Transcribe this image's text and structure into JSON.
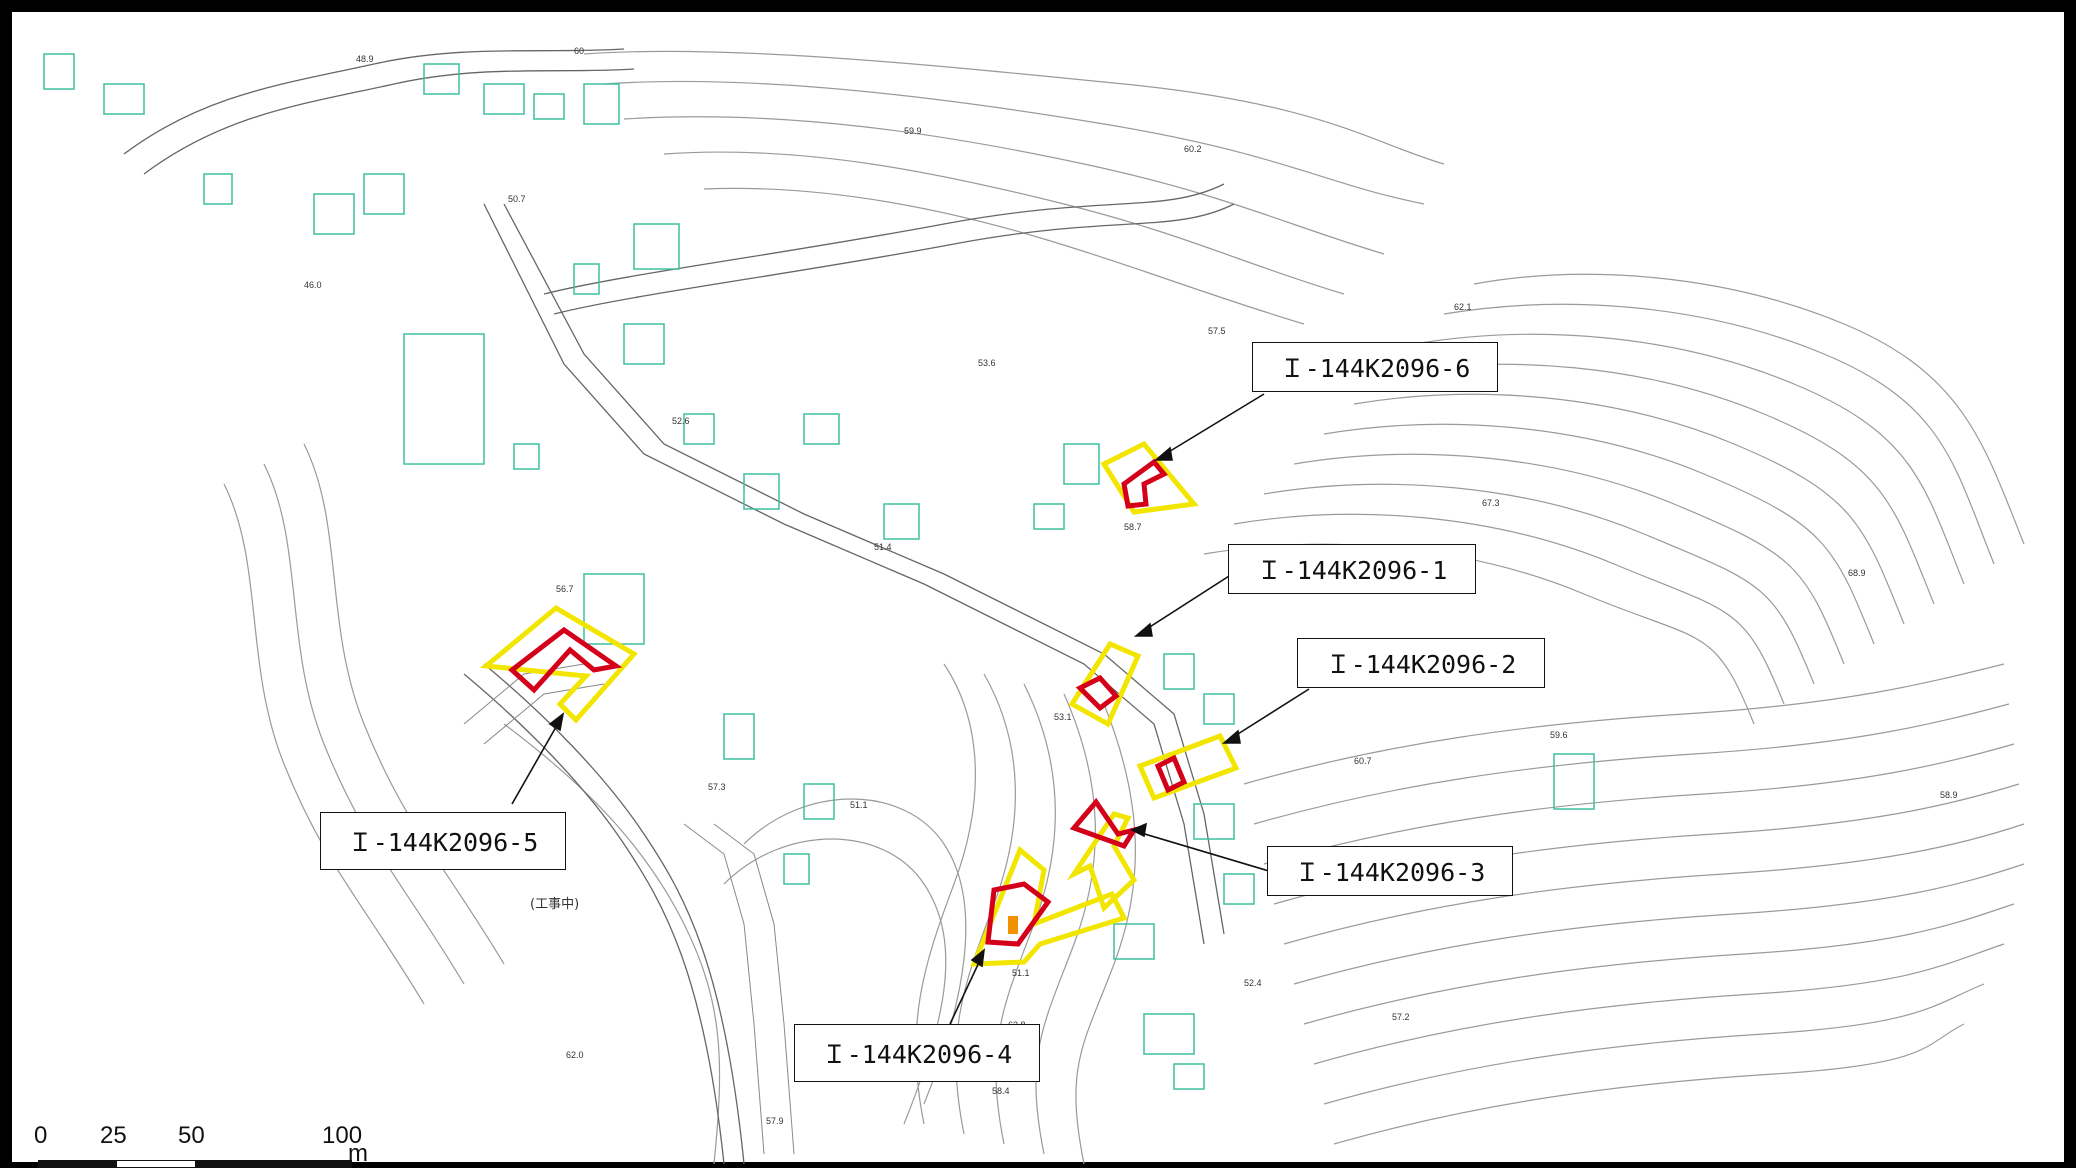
{
  "map": {
    "callouts": [
      {
        "id": "6",
        "label": "Ｉ-144K2096-6"
      },
      {
        "id": "1",
        "label": "Ｉ-144K2096-1"
      },
      {
        "id": "2",
        "label": "Ｉ-144K2096-2"
      },
      {
        "id": "3",
        "label": "Ｉ-144K2096-3"
      },
      {
        "id": "4",
        "label": "Ｉ-144K2096-4"
      },
      {
        "id": "5",
        "label": "Ｉ-144K2096-5"
      }
    ],
    "scale_bar": {
      "ticks": [
        "0",
        "25",
        "50",
        "100"
      ],
      "unit": "m"
    },
    "construction_note": "(工事中)",
    "elevations": [
      "48.9",
      "60",
      "50.7",
      "46.0",
      "59.9",
      "60.2",
      "53.6",
      "52.6",
      "57.5",
      "62.1",
      "67.3",
      "58.7",
      "51.4",
      "53.1",
      "56.7",
      "60.7",
      "59.6",
      "57.3",
      "51.1",
      "51.1",
      "52.4",
      "57.2",
      "62.0",
      "62.8",
      "57.9",
      "58.4",
      "68.9",
      "58.9"
    ],
    "colors": {
      "outer_polygon": "#f2e600",
      "inner_polygon": "#d4001a",
      "building": "#3fbf9f",
      "contour": "#9a9a9a",
      "road": "#666666"
    }
  }
}
